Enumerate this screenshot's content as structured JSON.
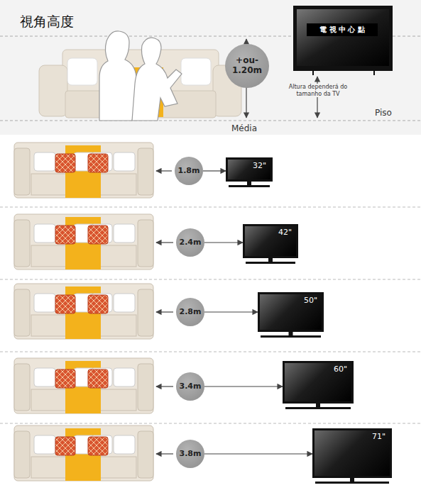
{
  "diagram": {
    "title": "視角高度",
    "nodes": [
      {
        "text": [
          "+ou- 1.20m"
        ]
      },
      {
        "text": [
          "電 視 中 心 點"
        ]
      },
      {
        "text": [
          "1.8m"
        ]
      },
      {
        "text": [
          "32\""
        ]
      },
      {
        "text": [
          "2.4m"
        ]
      },
      {
        "text": [
          "42\""
        ]
      },
      {
        "text": [
          "2.8m"
        ]
      },
      {
        "text": [
          "50\""
        ]
      },
      {
        "text": [
          "3.4m"
        ]
      },
      {
        "text": [
          "60\""
        ]
      },
      {
        "text": [
          "3.8m"
        ]
      },
      {
        "text": [
          "71\""
        ]
      }
    ],
    "edges": [
      {
        "from": 2,
        "to": 3,
        "arrow": "to"
      },
      {
        "from": 4,
        "to": 5,
        "arrow": "to"
      },
      {
        "from": 6,
        "to": 7,
        "arrow": "to"
      },
      {
        "from": 8,
        "to": 9,
        "arrow": "to"
      },
      {
        "from": 10,
        "to": 11,
        "arrow": "to"
      }
    ],
    "labels": [
      "Altura dependerá do tamanho da TV",
      "Piso",
      "Média"
    ]
  }
}
